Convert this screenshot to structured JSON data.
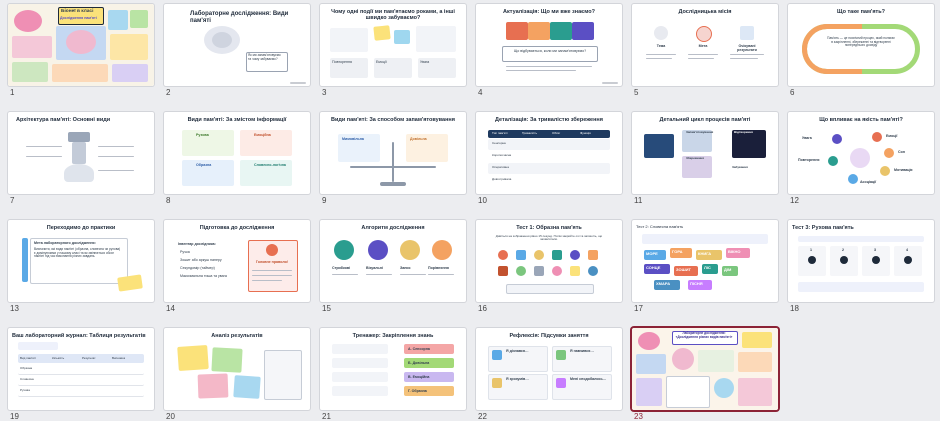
{
  "slides": [
    {
      "number": "1",
      "title": "",
      "texts": [
        "Біонеї в класі",
        "Дослідження пам'яті"
      ]
    },
    {
      "number": "2",
      "title": "Лабораторне дослідження: Види пам'яті",
      "texts": [
        "Як ми запам'ятовуємо та чому забуваємо?"
      ]
    },
    {
      "number": "3",
      "title": "Чому одні події ми пам'ятаємо роками, а інші швидко забуваємо?",
      "texts": [
        "Повторення",
        "Емоції",
        "Увага"
      ]
    },
    {
      "number": "4",
      "title": "Актуалізація: Що ми вже знаємо?",
      "texts": [
        "Що відбувається, коли ми запам'ятовуємо?"
      ]
    },
    {
      "number": "5",
      "title": "Дослідницька місія",
      "texts": [
        "Тема",
        "Мета",
        "Очікувані результати"
      ]
    },
    {
      "number": "6",
      "title": "Що таке пам'ять?",
      "texts": [
        "Пам'ять — це психічний процес, який полягає в закріпленні, збереженні та відтворенні попереднього досвіду"
      ]
    },
    {
      "number": "7",
      "title": "Архітектура пам'яті: Основні види",
      "texts": []
    },
    {
      "number": "8",
      "title": "Види пам'яті: За змістом інформації",
      "texts": [
        "Рухова",
        "Емоційна",
        "Образна",
        "Словесно-логічна"
      ]
    },
    {
      "number": "9",
      "title": "Види пам'яті: За способом запам'ятовування",
      "texts": [
        "Мимовільна",
        "Довільна"
      ]
    },
    {
      "number": "10",
      "title": "Деталізація: За тривалістю збереження",
      "texts": [
        "Тип пам'яті",
        "Тривалість",
        "Обсяг",
        "Функція",
        "Сенсорна",
        "Короткочасна",
        "Оперативна",
        "Довготривала"
      ]
    },
    {
      "number": "11",
      "title": "Детальний цикл процесів пам'яті",
      "texts": [
        "Запам'ятовування",
        "Збереження",
        "Відтворення",
        "Забування"
      ]
    },
    {
      "number": "12",
      "title": "Що впливає на якість пам'яті?",
      "texts": [
        "Увага",
        "Повторення",
        "Емоції",
        "Сон",
        "Мотивація",
        "Асоціації"
      ]
    },
    {
      "number": "13",
      "title": "Переходимо до практики",
      "texts": [
        "Мета лабораторного дослідження:",
        "Визначити, які види пам'яті (образна, словесна чи рухова) є домінуючими у нашому класі та як змінюється обсяг пам'яті під час виконання різних завдань."
      ]
    },
    {
      "number": "14",
      "title": "Підготовка до дослідження",
      "texts": [
        "Інвентар дослідника:",
        "Ручка",
        "Зошит або аркуш паперу",
        "Секундомір (таймер)",
        "Максимальна тиша та увага",
        "Головне правило!"
      ]
    },
    {
      "number": "15",
      "title": "Алгоритм дослідження",
      "texts": [
        "Стрибкові",
        "Візуальні",
        "Запис",
        "Порівняння"
      ]
    },
    {
      "number": "16",
      "title": "Тест 1: Образна пам'ять",
      "texts": [
        "Дивіться на зображення рівно 15 секунд. Потім закрийте очі та запишіть, що запам'ятали."
      ]
    },
    {
      "number": "17",
      "title": "Тест 2: Словесна пам'ять",
      "texts": [
        "МОРЕ",
        "ГОРА",
        "КНИГА",
        "ВІКНО",
        "СОНЦЕ",
        "ЗОШИТ",
        "ЛІС",
        "ДІМ",
        "ХМАРА",
        "ПІСНЯ"
      ]
    },
    {
      "number": "18",
      "title": "Тест 3: Рухова пам'ять",
      "texts": [
        "1",
        "2",
        "3",
        "4"
      ]
    },
    {
      "number": "19",
      "title": "Ваш лабораторний журнал: Таблиця результатів",
      "texts": [
        "Вид пам'яті",
        "Кількість",
        "Результат",
        "Висновок",
        "Образна",
        "Словесна",
        "Рухова"
      ]
    },
    {
      "number": "20",
      "title": "Аналіз результатів",
      "texts": []
    },
    {
      "number": "21",
      "title": "Тренажер: Закріплення знань",
      "texts": [
        "А. Сенсорна",
        "Б. Довільна",
        "В. Емоційна",
        "Г. Образна"
      ]
    },
    {
      "number": "22",
      "title": "Рефлексія: Підсумки заняття",
      "texts": [
        "Я дізнався…",
        "Я навчився…",
        "Я зрозумів…",
        "Мені сподобалось…"
      ]
    },
    {
      "number": "23",
      "title": "Лабораторне дослідження: «Дослідження різних видів пам'яті»",
      "texts": []
    }
  ],
  "selected_slide": "23",
  "colors": {
    "selected_border": "#8c2336",
    "accent_purple": "#5b4fc4",
    "accent_teal": "#2a9d8f",
    "accent_orange": "#f4a261",
    "accent_red": "#e76f51"
  }
}
